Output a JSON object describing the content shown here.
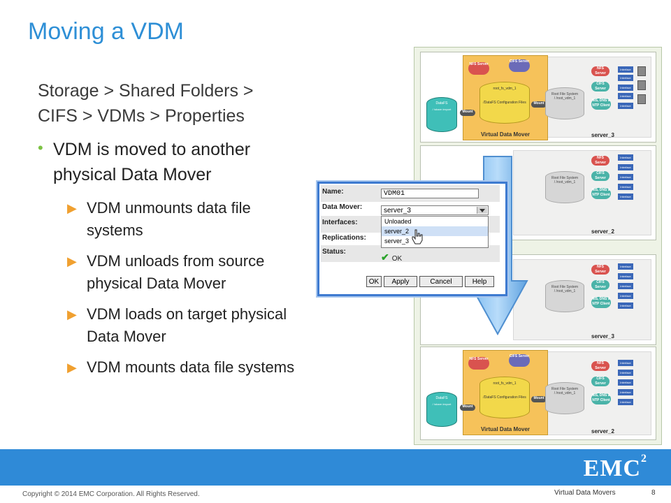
{
  "slide": {
    "title": "Moving a VDM",
    "path_line1": "Storage > Shared Folders >",
    "path_line2": "CIFS > VDMs > Properties",
    "bullet": "VDM is moved to another physical Data Mover",
    "sub_bullets": [
      "VDM unmounts data  file systems",
      "VDM unloads from source physical Data Mover",
      "VDM loads on target physical Data Mover",
      "VDM mounts data file systems"
    ]
  },
  "dialog": {
    "name_label": "Name:",
    "name_value": "VDM01",
    "mover_label": "Data Mover:",
    "mover_value": "server_3",
    "interfaces_label": "Interfaces:",
    "replications_label": "Replications:",
    "status_label": "Status:",
    "status_value": "OK",
    "options": [
      "Unloaded",
      "server_2",
      "server_3"
    ],
    "buttons": {
      "ok": "OK",
      "apply": "Apply",
      "cancel": "Cancel",
      "help": "Help"
    }
  },
  "diagram": {
    "nfs": "NFS Server",
    "cifs": "CIFS Server",
    "root_fs": "root_fs_vdm_1",
    "root_path": "/",
    "config": "/DataFS Configuration Files",
    "datafs": "DataFS",
    "datafs_paths": "/ /share /export",
    "mount": "Mount",
    "vdm_label": "Virtual Data Mover",
    "root_file_system": "Root File System",
    "root_vdm": "/ /root_vdm_1",
    "interface": "Interface",
    "nis": "NIS, DNS & NTP Client",
    "servers": [
      "server_3",
      "server_2",
      "server_3",
      "server_2"
    ]
  },
  "footer": {
    "copyright": "Copyright © 2014 EMC Corporation. All Rights Reserved.",
    "section": "Virtual Data Movers",
    "page": "8",
    "logo": "EMC",
    "logo_sup": "2"
  },
  "colors": {
    "accent": "#2e8fd6",
    "bullet": "#7cc243",
    "arrow": "#f0a030",
    "bar": "#2f8ad7"
  }
}
